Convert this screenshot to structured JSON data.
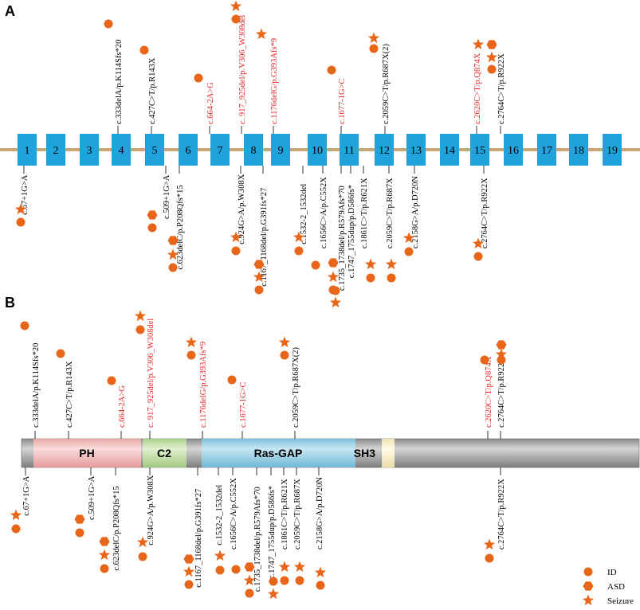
{
  "colors": {
    "exon": "#1fa3dd",
    "backbone": "#c8a878",
    "mark": "#e8661a",
    "red": "#e8262a",
    "black": "#000000",
    "protein": "#b8b8b8",
    "ph": "#f7c6c6",
    "c2": "#cfe6b4",
    "rasgap": "#a6d6ea",
    "sh3": "#fff6cf"
  },
  "panelA": {
    "label": "A",
    "exons": [
      "1",
      "2",
      "3",
      "4",
      "5",
      "6",
      "7",
      "8",
      "9",
      "10",
      "11",
      "12",
      "13",
      "14",
      "15",
      "16",
      "17",
      "18",
      "19"
    ],
    "above": [
      {
        "label": "c.333delA/p.K114Sfs*20",
        "color": "black",
        "exon": 3,
        "marks": [
          "circle"
        ]
      },
      {
        "label": "c.427C>T/p.R143X",
        "color": "black",
        "exon": 4,
        "marks": [
          "circle"
        ]
      },
      {
        "label": "c.664-2A>G",
        "color": "red",
        "exon": 6,
        "marks": [
          "circle"
        ]
      },
      {
        "label": "c. 917_925del/p.V306_W308del",
        "color": "red",
        "exon": 7,
        "marks": [
          "circle",
          "star"
        ]
      },
      {
        "label": "c.1176delG/p.G393Afs*9",
        "color": "red",
        "exon": 7,
        "marks": [
          "star"
        ]
      },
      {
        "label": "c.1677-1G>C",
        "color": "red",
        "exon": 10,
        "marks": [
          "circle"
        ]
      },
      {
        "label": "c.2059C>T/p.R687X(2)",
        "color": "black",
        "exon": 11,
        "marks": [
          "circle",
          "star"
        ]
      },
      {
        "label": "c.2620C>T/p.Q874X",
        "color": "red",
        "exon": 14,
        "marks": [
          "star"
        ]
      },
      {
        "label": "c.2764C>T/p.R922X",
        "color": "black",
        "exon": 14,
        "marks": [
          "circle",
          "star",
          "hexagon"
        ]
      }
    ],
    "below": [
      {
        "label": "c.67+1G>A",
        "color": "black",
        "exon": 0,
        "marks": [
          "star",
          "circle"
        ]
      },
      {
        "label": "c.509+1G>A",
        "color": "black",
        "exon": 4,
        "marks": [
          "hexagon",
          "circle"
        ]
      },
      {
        "label": "c.623delC/p.P208Qfs*15",
        "color": "black",
        "exon": 5,
        "marks": [
          "hexagon",
          "star",
          "circle"
        ]
      },
      {
        "label": "c.924G>A/p.W308X",
        "color": "black",
        "exon": 7,
        "marks": [
          "star",
          "circle"
        ]
      },
      {
        "label": "c.1167_1168del/p.G391fs*27",
        "color": "black",
        "exon": 7,
        "marks": [
          "hexagon",
          "star",
          "circle"
        ]
      },
      {
        "label": "c.1532-2_1532del",
        "color": "black",
        "exon": 9,
        "marks": [
          "star",
          "circle"
        ]
      },
      {
        "label": "c.1656C>A/p.C552X",
        "color": "black",
        "exon": 9,
        "marks": [
          "circle"
        ]
      },
      {
        "label": "c.1735_1738del/p.R579Afs*70",
        "color": "black",
        "exon": 10,
        "marks": [
          "hexagon",
          "star",
          "circle"
        ]
      },
      {
        "label": "c.1747_1755dup/p.D586fs*",
        "color": "black",
        "exon": 10,
        "marks": [
          "circle",
          "star"
        ]
      },
      {
        "label": "c.1861C>T/p.R621X",
        "color": "black",
        "exon": 10,
        "marks": [
          "star",
          "circle"
        ]
      },
      {
        "label": "c.2059C>T/p.R687X",
        "color": "black",
        "exon": 11,
        "marks": [
          "star",
          "circle"
        ]
      },
      {
        "label": "c.2158G>A/p.D720N",
        "color": "black",
        "exon": 12,
        "marks": [
          "star",
          "circle"
        ]
      },
      {
        "label": "c.2764C>T/p.R922X",
        "color": "black",
        "exon": 14,
        "marks": [
          "star",
          "circle"
        ]
      }
    ]
  },
  "panelB": {
    "label": "B",
    "domains": [
      {
        "key": "ph",
        "label": "PH"
      },
      {
        "key": "c2",
        "label": "C2"
      },
      {
        "key": "rasgap",
        "label": "Ras-GAP"
      },
      {
        "key": "sh3",
        "label": "SH3"
      }
    ],
    "above": [
      {
        "label": "c.333delA/p.K114Sfs*20",
        "color": "black",
        "marks": [
          "circle"
        ]
      },
      {
        "label": "c.427C>T/p.R143X",
        "color": "black",
        "marks": [
          "circle"
        ]
      },
      {
        "label": "c.664-2A>G",
        "color": "red",
        "marks": [
          "circle"
        ]
      },
      {
        "label": "c. 917_925del/p.V306_W308del",
        "color": "red",
        "marks": [
          "circle",
          "star"
        ]
      },
      {
        "label": "c.1176delG/p.G393Afs*9",
        "color": "red",
        "marks": [
          "circle",
          "star"
        ]
      },
      {
        "label": "c.1677-1G>C",
        "color": "red",
        "marks": [
          "circle"
        ]
      },
      {
        "label": "c.2059C>T/p.R687X(2)",
        "color": "black",
        "marks": [
          "circle",
          "star"
        ]
      },
      {
        "label": "c.2620C>T/p.Q874X",
        "color": "red",
        "marks": [
          "circle"
        ]
      },
      {
        "label": "c.2764C>T/p.R922X",
        "color": "black",
        "marks": [
          "circle",
          "star",
          "hexagon"
        ]
      }
    ],
    "below": [
      {
        "label": "c.67+1G>A",
        "color": "black",
        "marks": [
          "star",
          "circle"
        ]
      },
      {
        "label": "c.509+1G>A",
        "color": "black",
        "marks": [
          "hexagon",
          "circle"
        ]
      },
      {
        "label": "c.623delC/p.P208Qfs*15",
        "color": "black",
        "marks": [
          "hexagon",
          "star",
          "circle"
        ]
      },
      {
        "label": "c.924G>A/p.W308X",
        "color": "black",
        "marks": [
          "star",
          "circle"
        ]
      },
      {
        "label": "c.1167_1168del/p.G391fs*27",
        "color": "black",
        "marks": [
          "hexagon",
          "star",
          "circle"
        ]
      },
      {
        "label": "c.1532-2_1532del",
        "color": "black",
        "marks": [
          "star",
          "circle"
        ]
      },
      {
        "label": "c.1656C>A/p.C552X",
        "color": "black",
        "marks": [
          "circle"
        ]
      },
      {
        "label": "c.1735_1738del/p.R579Afs*70",
        "color": "black",
        "marks": [
          "hexagon",
          "star",
          "circle"
        ]
      },
      {
        "label": "c.1747_1755dup/p.D586fs*",
        "color": "black",
        "marks": [
          "circle",
          "star"
        ]
      },
      {
        "label": "c.1861C>T/p.R621X",
        "color": "black",
        "marks": [
          "star",
          "circle"
        ]
      },
      {
        "label": "c.2059C>T/p.R687X",
        "color": "black",
        "marks": [
          "star",
          "circle"
        ]
      },
      {
        "label": "c.2158G>A/p.D720N",
        "color": "black",
        "marks": [
          "star",
          "circle"
        ]
      },
      {
        "label": "c.2764C>T/p.R922X",
        "color": "black",
        "marks": [
          "star",
          "circle"
        ]
      }
    ]
  },
  "legend": [
    {
      "shape": "circle",
      "label": "ID"
    },
    {
      "shape": "hexagon",
      "label": "ASD"
    },
    {
      "shape": "star",
      "label": "Seizure"
    }
  ]
}
